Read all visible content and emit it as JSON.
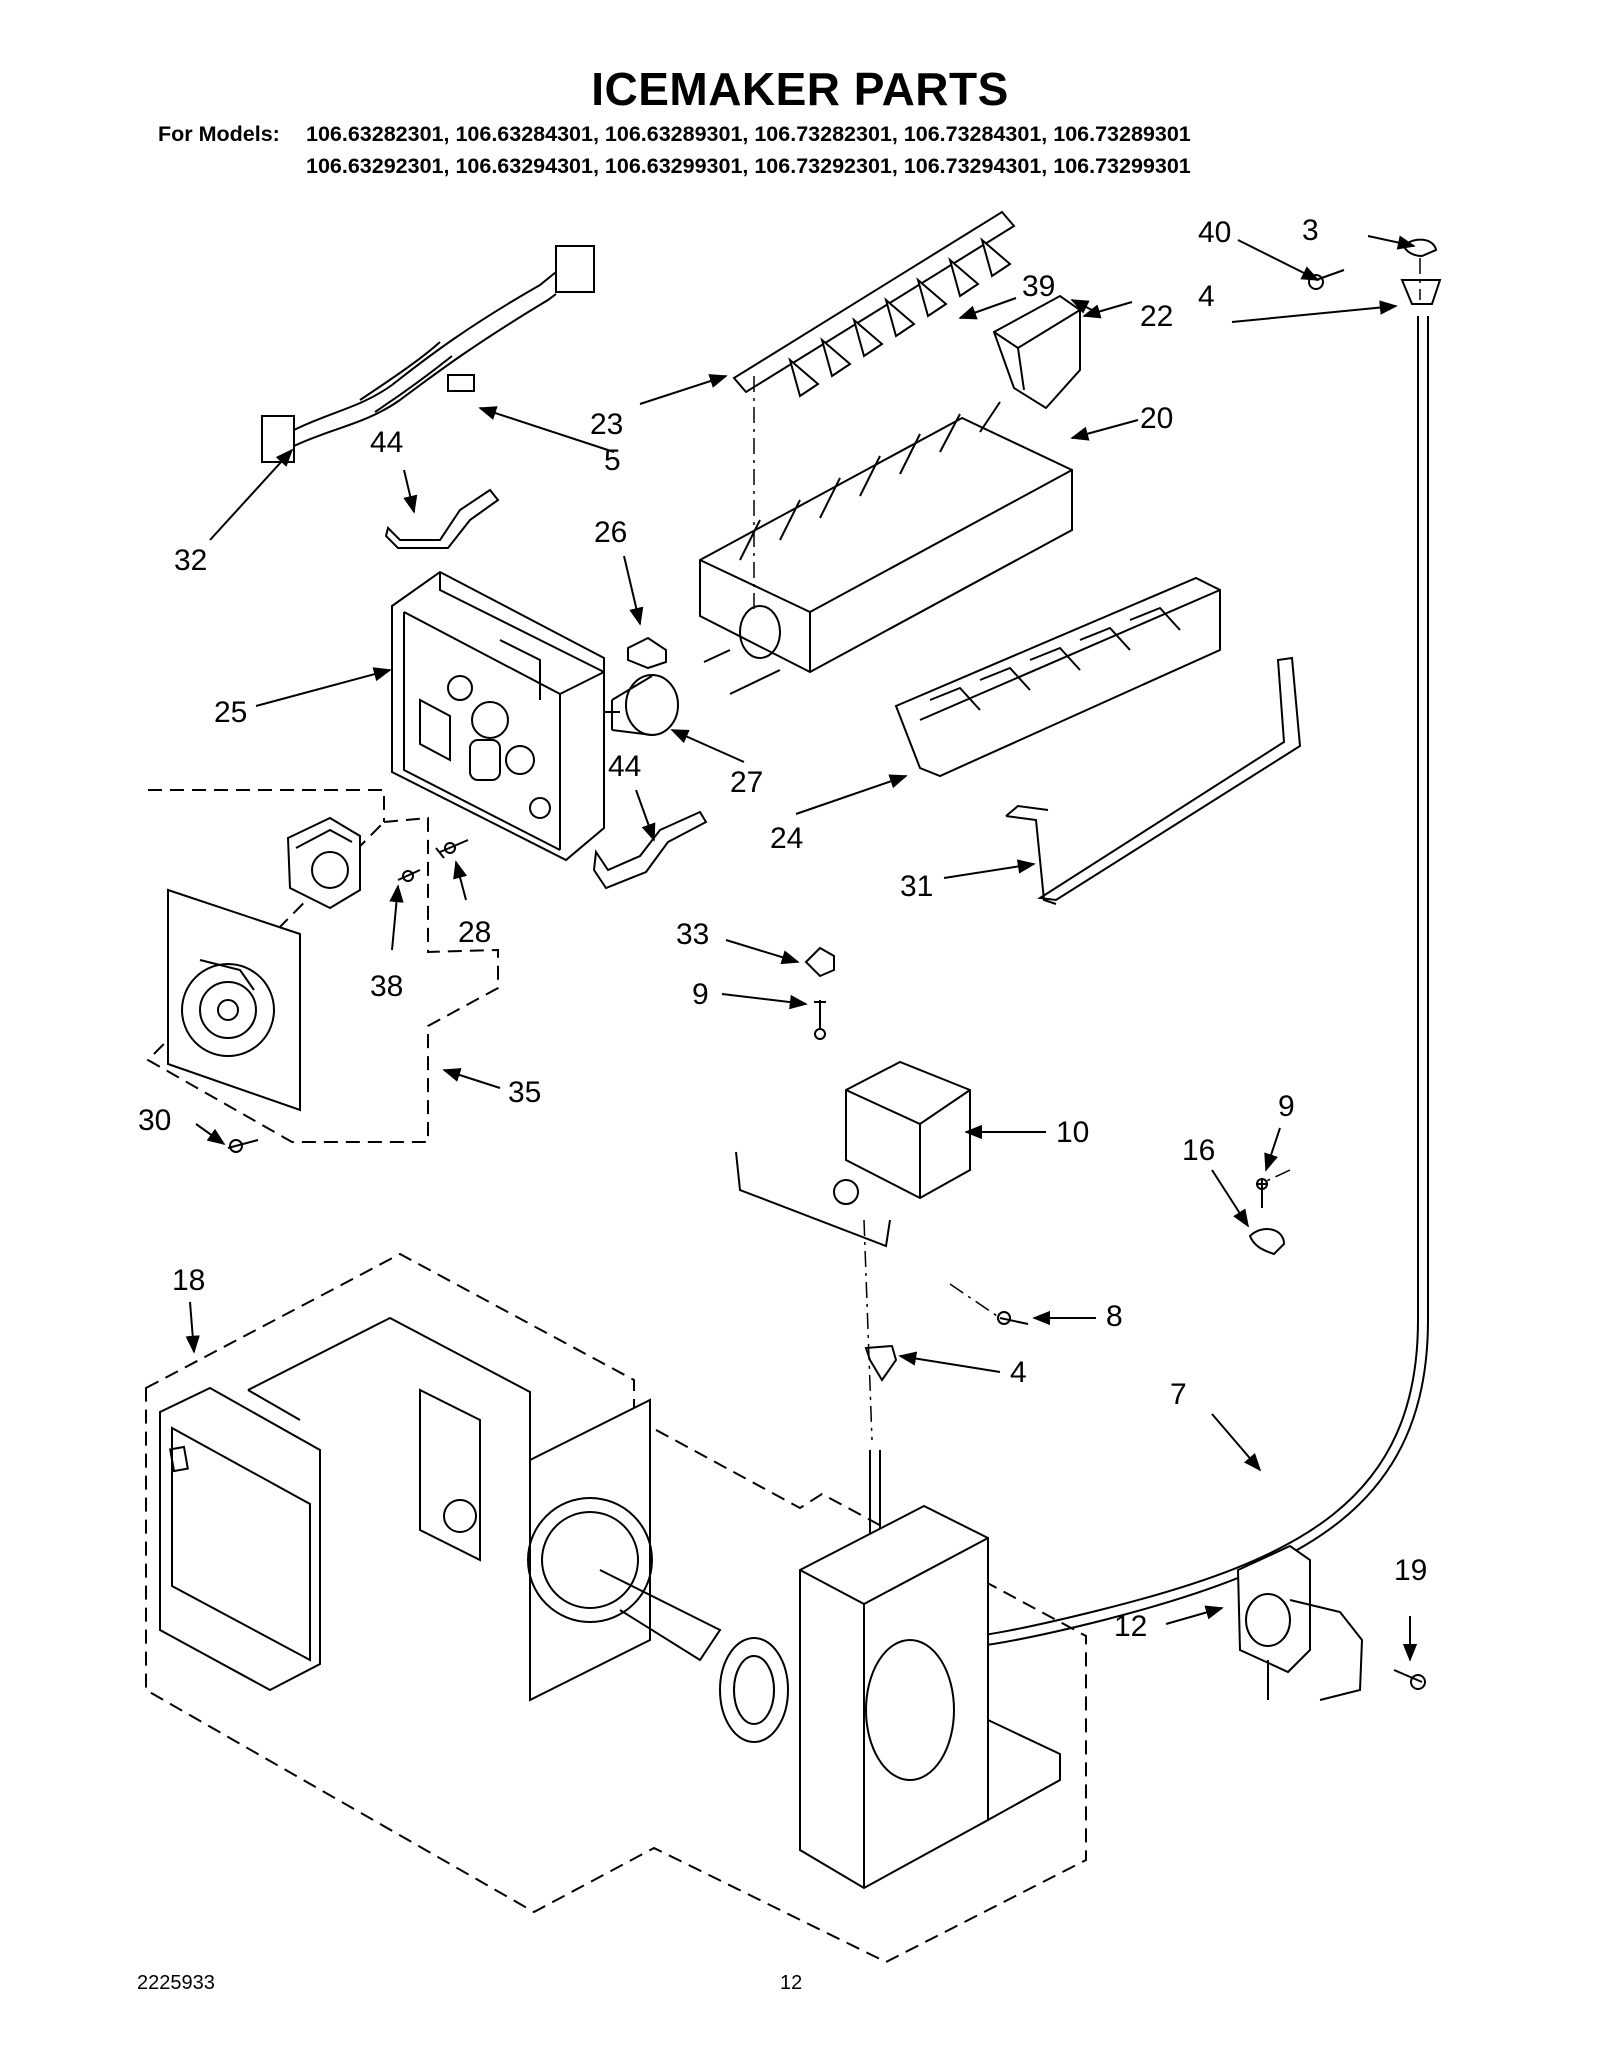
{
  "header": {
    "title": "ICEMAKER PARTS",
    "models_label": "For Models:",
    "models_line1": "106.63282301, 106.63284301, 106.63289301, 106.73282301, 106.73284301, 106.73289301",
    "models_line2": "106.63292301, 106.63294301, 106.63299301, 106.73292301, 106.73294301, 106.73299301"
  },
  "callouts": {
    "c3": "3",
    "c4a": "4",
    "c4b": "4",
    "c5": "5",
    "c7": "7",
    "c8": "8",
    "c9a": "9",
    "c9b": "9",
    "c10": "10",
    "c12": "12",
    "c16": "16",
    "c18": "18",
    "c19": "19",
    "c20": "20",
    "c22": "22",
    "c23": "23",
    "c24": "24",
    "c25": "25",
    "c26": "26",
    "c27": "27",
    "c28": "28",
    "c30": "30",
    "c31": "31",
    "c32": "32",
    "c33": "33",
    "c35": "35",
    "c38": "38",
    "c39": "39",
    "c40": "40",
    "c44a": "44",
    "c44b": "44"
  },
  "footer": {
    "doc_number": "2225933",
    "page_number": "12"
  }
}
